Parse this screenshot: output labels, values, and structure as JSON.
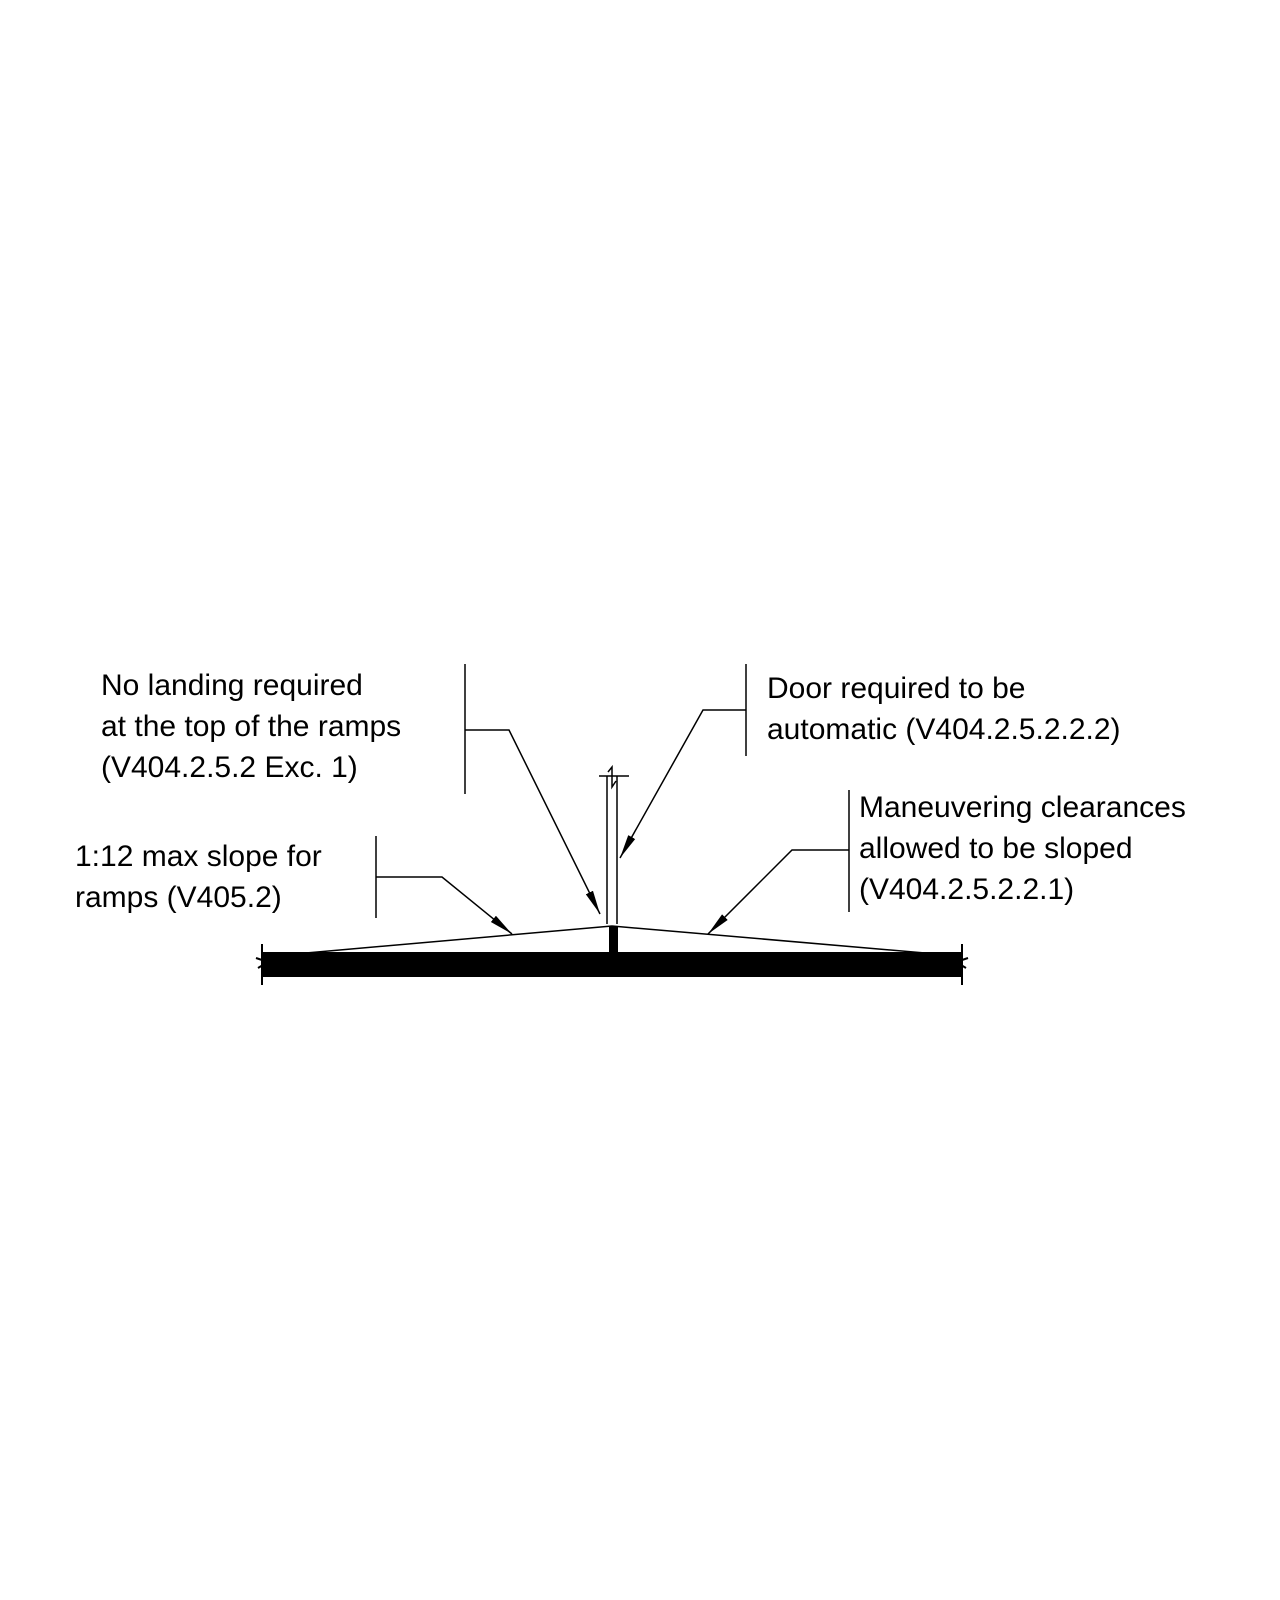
{
  "colors": {
    "line": "#000000",
    "background": "#ffffff"
  },
  "callouts": {
    "no_landing": {
      "lines": [
        "No landing required",
        "at the top of the ramps",
        "(V404.2.5.2 Exc. 1)"
      ]
    },
    "door_automatic": {
      "lines": [
        "Door required to be",
        "automatic (V404.2.5.2.2.2)"
      ]
    },
    "maneuvering": {
      "lines": [
        "Maneuvering clearances",
        "allowed to be sloped",
        "(V404.2.5.2.2.1)"
      ]
    },
    "slope": {
      "lines": [
        "1:12 max slope for",
        "ramps (V405.2)"
      ]
    }
  }
}
